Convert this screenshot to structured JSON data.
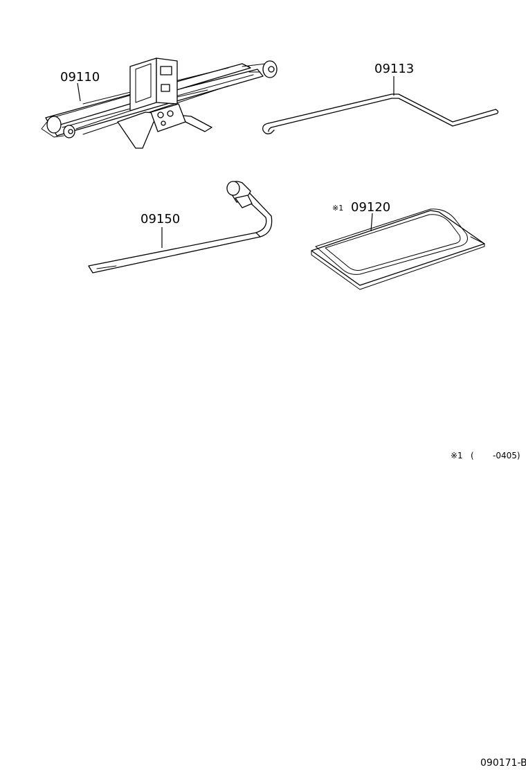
{
  "parts": [
    {
      "number": "09110",
      "icon": "scissor-jack-icon"
    },
    {
      "number": "09113",
      "icon": "jack-handle-rod-icon"
    },
    {
      "number": "09150",
      "icon": "lug-wrench-icon"
    },
    {
      "number": "09120",
      "icon": "tool-bag-icon",
      "mark": "※1"
    }
  ],
  "footnote": {
    "mark": "※1",
    "open_paren": "(",
    "range_end": "-0405)"
  },
  "diagram_code": "090171-B"
}
